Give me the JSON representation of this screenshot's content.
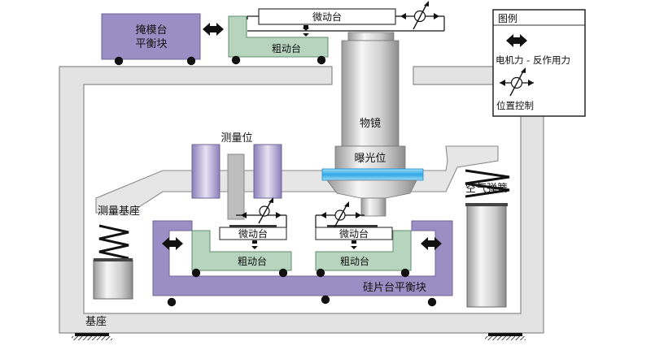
{
  "labels": {
    "reticle_balance_line1": "掩模台",
    "reticle_balance_line2": "平衡块",
    "top_fine_stage": "微动台",
    "top_coarse_stage": "粗动台",
    "objective_lens": "物镜",
    "exposure_position": "曝光位",
    "measurement_position": "测量位",
    "measurement_base": "测量基座",
    "air_spring": "空气弹簧",
    "left_fine_stage": "微动台",
    "left_coarse_stage": "粗动台",
    "right_fine_stage": "微动台",
    "right_coarse_stage": "粗动台",
    "wafer_balance": "硅片台平衡块",
    "base": "基座"
  },
  "legend": {
    "title": "图例",
    "motor_force": "电机力 - 反作用力",
    "position_control": "位置控制"
  },
  "colors": {
    "frame_fill": "#e3e3e3",
    "frame_stroke": "#8a8a8a",
    "balance_mass": "#9b8ec4",
    "coarse_stage": "#b7d4be",
    "fine_stage": "#ffffff",
    "exposure_glow": "#43b8ec",
    "metal_light": "#f4f4f4",
    "metal_dark": "#8f8f8f",
    "black": "#111111"
  },
  "icons": {
    "force_arrow": "double-arrow-icon",
    "position_control": "crosshair-arrow-icon",
    "spring": "zigzag-spring-icon",
    "ground": "ground-hatch-icon",
    "wheel": "wheel-icon"
  }
}
